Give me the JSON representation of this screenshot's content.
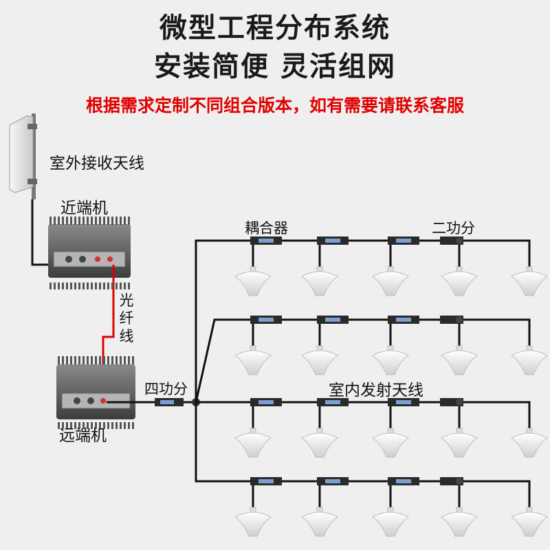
{
  "header": {
    "title_line1": "微型工程分布系统",
    "title_line2": "安装简便 灵活组网",
    "subtitle": "根据需求定制不同组合版本，如有需要请联系客服"
  },
  "labels": {
    "outdoor_antenna": "室外接收天线",
    "near_unit": "近端机",
    "fiber": "光纤线",
    "far_unit": "远端机",
    "coupler": "耦合器",
    "two_way_splitter": "二功分",
    "four_way_splitter": "四功分",
    "indoor_antenna": "室内发射天线"
  },
  "colors": {
    "title": "#1a1a1a",
    "subtitle": "#e00000",
    "fiber_line": "#e00000",
    "cable": "#111111",
    "background": "#efefef"
  },
  "icons": {
    "outdoor_antenna": "panel-antenna-icon",
    "repeater": "repeater-unit-icon",
    "coupler": "coupler-icon",
    "splitter": "splitter-icon",
    "ceiling_antenna": "ceiling-antenna-icon"
  },
  "layout": {
    "rows": 4,
    "antennas_per_row": 5,
    "couplers_per_row": 3
  }
}
